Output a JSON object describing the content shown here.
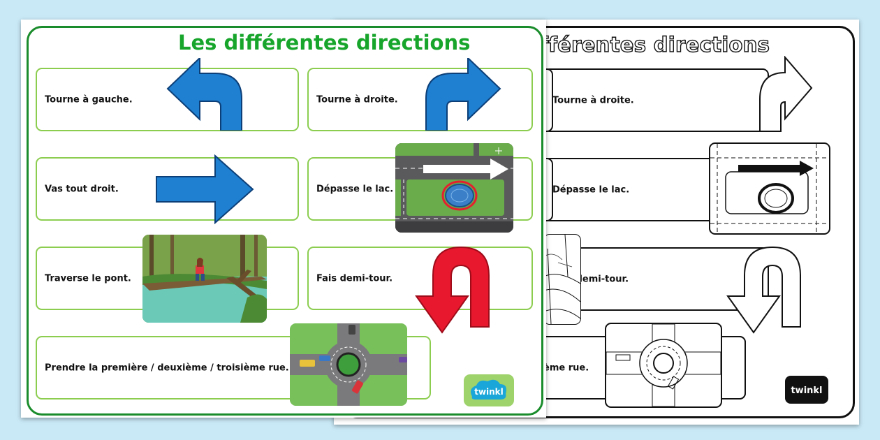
{
  "page": {
    "title": "Les différentes directions"
  },
  "cards": {
    "left": "Tourne à gauche.",
    "right": "Tourne à droite.",
    "straight": "Vas tout droit.",
    "lake": "Dépasse le lac.",
    "bridge": "Traverse le pont.",
    "uturn": "Fais demi-tour.",
    "roundabout": "Prendre la première / deuxième / troisième rue."
  },
  "bw_sheet": {
    "title_fragment": "différentes directions",
    "roundabout_fragment": "ème rue."
  },
  "brand": {
    "logo_text": "twinkl"
  },
  "colors": {
    "background": "#c9e9f7",
    "frame_green": "#1a8c2b",
    "title_green": "#17a52b",
    "card_border": "#8ccd50",
    "arrow_blue": "#1f7fd1",
    "uturn_red": "#e8182e"
  },
  "icons": [
    "turn-left-arrow-icon",
    "turn-right-arrow-icon",
    "straight-arrow-icon",
    "u-turn-arrow-icon",
    "lake-map-illustration",
    "bridge-illustration",
    "roundabout-illustration",
    "twinkl-logo"
  ]
}
